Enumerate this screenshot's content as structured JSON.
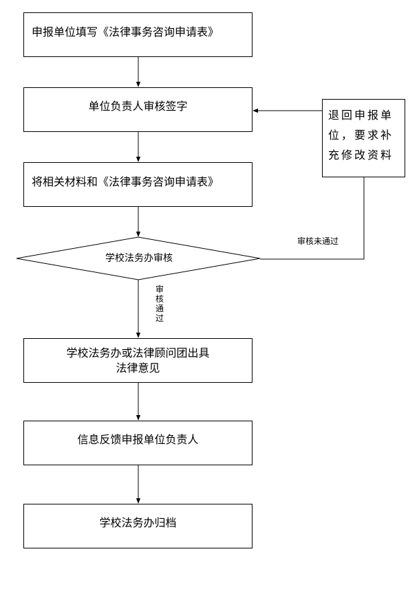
{
  "flow": {
    "step1": "申报单位填写《法律事务咨询申请表》",
    "step2": "单位负责人审核签字",
    "step3": "将相关材料和《法律事务咨询申请表》",
    "decision": "学校法务办审核",
    "step5_line1": "学校法务办或法律顾问团出具",
    "step5_line2": "法律意见",
    "step6": "信息反馈申报单位负责人",
    "step7": "学校法务办归档",
    "return_box": "退回申报单位，要求补充修改资料",
    "label_reject": "审核未通过",
    "label_pass": "审核通过"
  },
  "colors": {
    "line": "#000000",
    "fill": "#ffffff"
  }
}
